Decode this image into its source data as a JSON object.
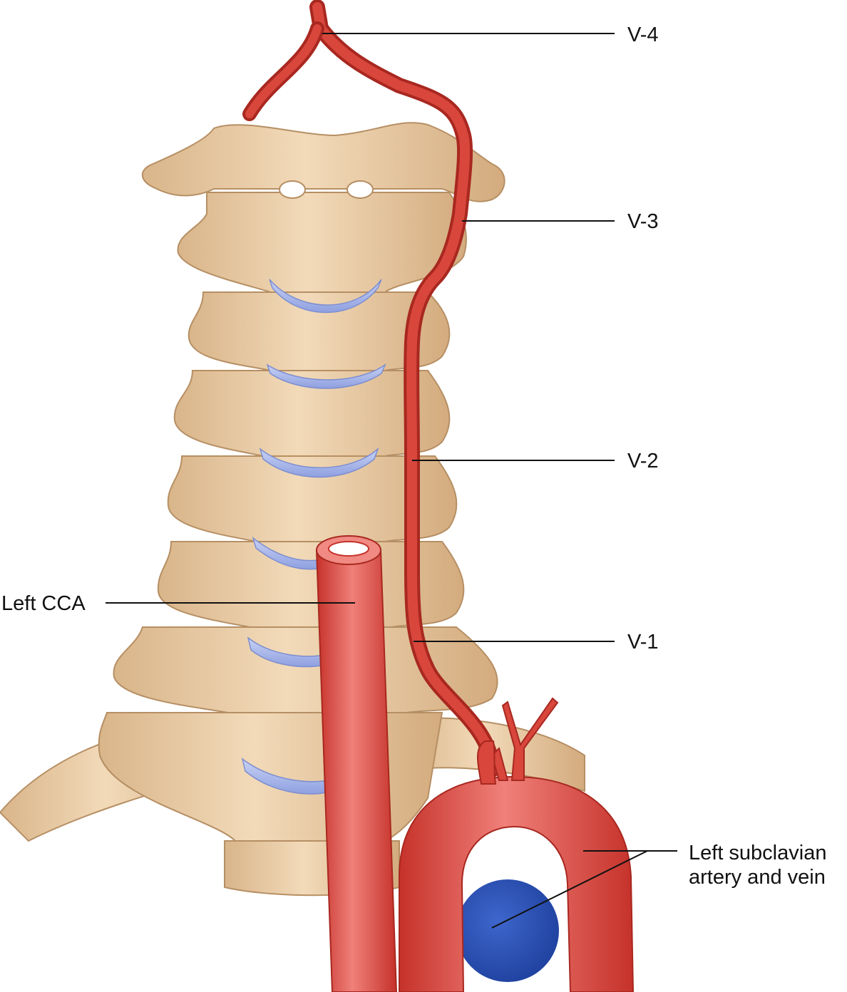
{
  "labels": {
    "v4": "V-4",
    "v3": "V-3",
    "v2": "V-2",
    "v1": "V-1",
    "left_cca": "Left CCA",
    "subclavian_line1": "Left subclavian",
    "subclavian_line2": "artery and vein"
  },
  "colors": {
    "bone": "#e9c9a0",
    "bone_dark": "#c9a277",
    "artery": "#d8463c",
    "artery_dark": "#a82820",
    "disc": "#a9b7ea",
    "vein": "#2a52b8",
    "leader_line": "#111111"
  }
}
